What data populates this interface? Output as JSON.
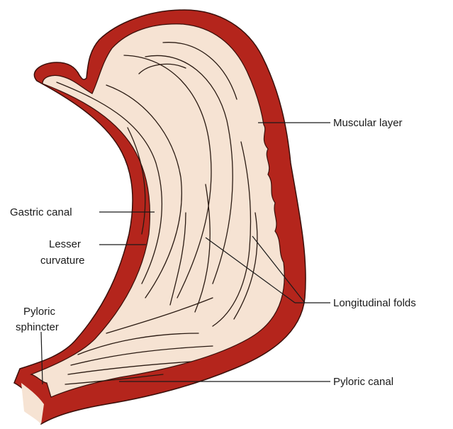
{
  "labels": {
    "muscular_layer": "Muscular layer",
    "gastric_canal": "Gastric canal",
    "lesser_curvature_line1": "Lesser",
    "lesser_curvature_line2": "curvature",
    "pyloric_sphincter_line1": "Pyloric",
    "pyloric_sphincter_line2": "sphincter",
    "longitudinal_folds": "Longitudinal folds",
    "pyloric_canal": "Pyloric canal"
  },
  "colors": {
    "muscle": "#b4251c",
    "mucosa": "#f6e3d3",
    "outline": "#3a0f0a"
  }
}
